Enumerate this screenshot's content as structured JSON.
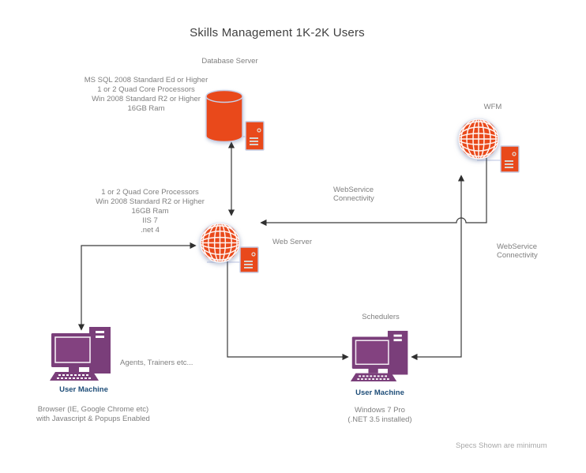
{
  "title": "Skills Management 1K-2K Users",
  "footnote": "Specs Shown are minimum",
  "database": {
    "label": "Database Server",
    "specs": "MS SQL 2008 Standard Ed or Higher\n1 or 2 Quad Core Processors\nWin 2008 Standard R2 or Higher\n16GB Ram"
  },
  "web_server": {
    "label": "Web Server",
    "specs": "1 or 2 Quad Core Processors\nWin 2008 Standard R2 or Higher\n16GB Ram\nIIS 7\n.net 4"
  },
  "wfm": {
    "label": "WFM"
  },
  "agent_machine": {
    "label": "User Machine",
    "role": "Agents, Trainers etc...",
    "specs": "Browser (IE, Google Chrome etc)\nwith Javascript & Popups Enabled"
  },
  "scheduler_machine": {
    "label": "User Machine",
    "role": "Schedulers",
    "specs": "Windows 7 Pro\n(.NET 3.5 installed)"
  },
  "connections": {
    "web_wfm_label": "WebService\nConnectivity",
    "wfm_scheduler_label": "WebService\nConnectivity"
  },
  "icons": {
    "database": "database-cylinder-icon",
    "web_server": "globe-icon",
    "wfm": "globe-icon",
    "server_unit": "server-box-icon",
    "user_machine": "desktop-computer-icon"
  },
  "colors": {
    "orange": "#E9491B",
    "purple": "#7A3E7A",
    "screen_purple": "#834280",
    "user_machine_blue": "#1F4E79",
    "text_gray": "#7F7F7F",
    "title_gray": "#3F3F3F",
    "footnote_gray": "#A8A8A8",
    "arrow": "#3A3A3A",
    "connector_light": "#C9D0E8"
  }
}
